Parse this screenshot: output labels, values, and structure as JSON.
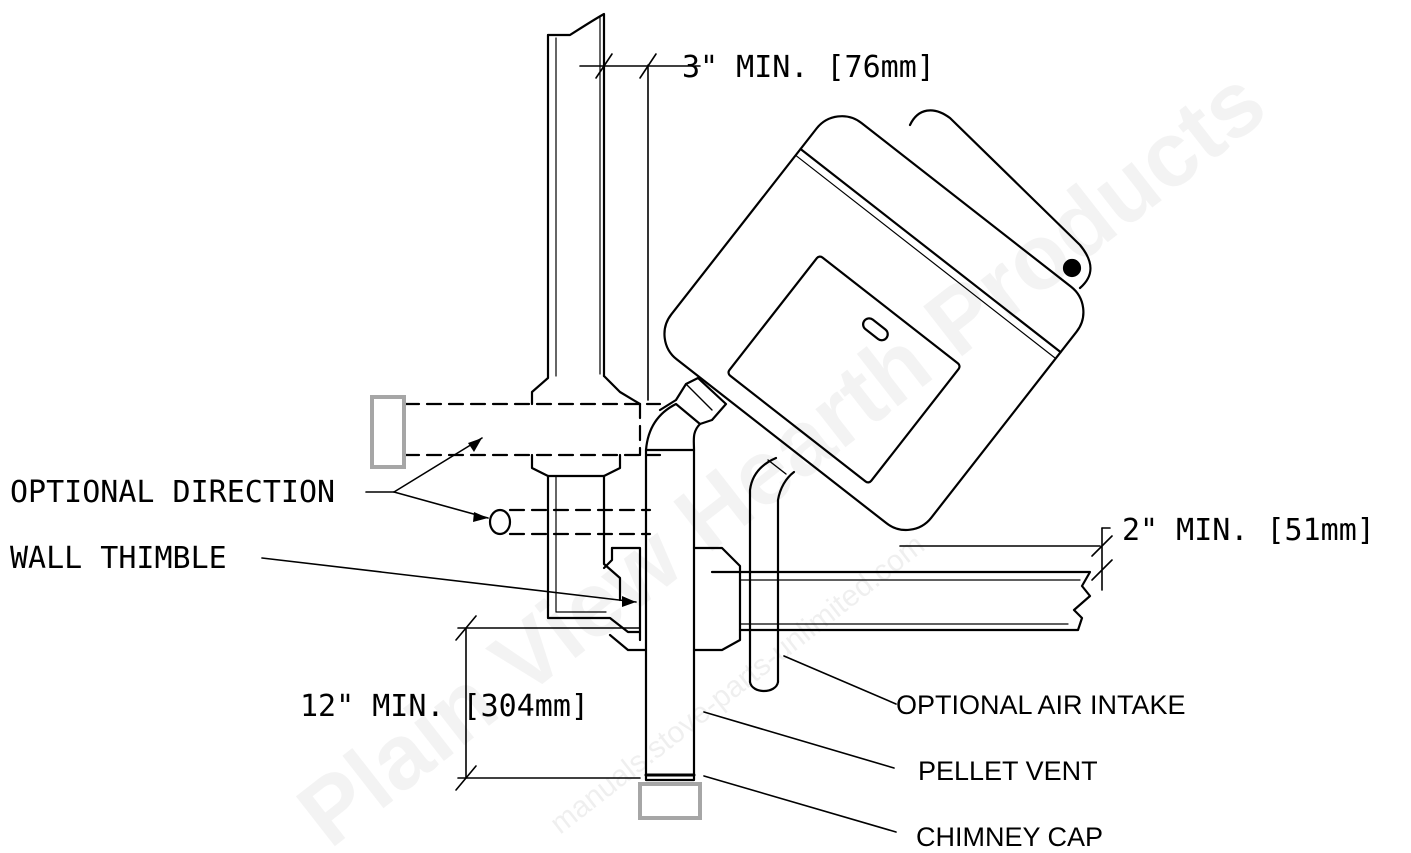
{
  "watermark": {
    "main": "Plain View Hearth Products",
    "url": "manuals.stove-parts-unlimited.com"
  },
  "dimensions": {
    "top_clearance": "3\" MIN. [76mm]",
    "right_clearance": "2\" MIN. [51mm]",
    "vertical_min": "12\" MIN. [304mm]"
  },
  "callouts": {
    "optional_direction": "OPTIONAL DIRECTION",
    "wall_thimble": "WALL THIMBLE",
    "optional_air_intake": "OPTIONAL AIR INTAKE",
    "pellet_vent": "PELLET VENT",
    "chimney_cap": "CHIMNEY CAP"
  },
  "colors": {
    "line": "#000000",
    "marker_box": "#a6a6a6",
    "background": "#ffffff"
  }
}
